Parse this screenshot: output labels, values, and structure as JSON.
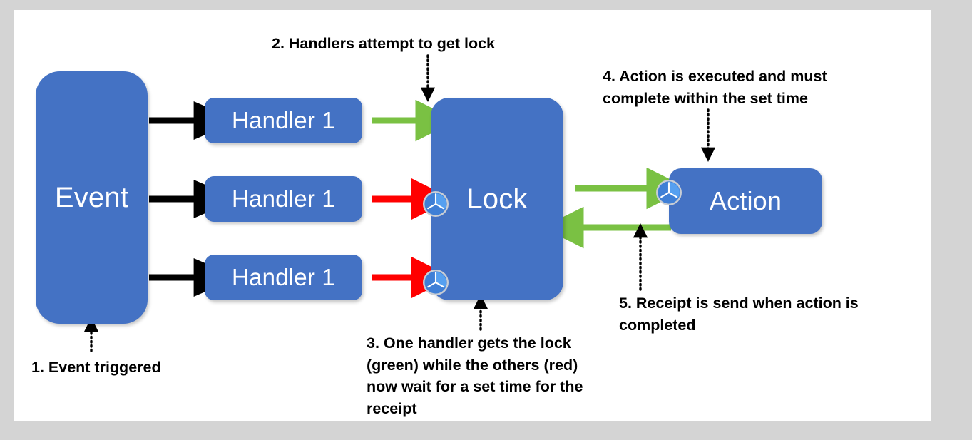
{
  "diagram": {
    "title": "Event handler lock / action sequence diagram",
    "colors": {
      "node_blue": "#4472c4",
      "arrow_black": "#000000",
      "arrow_green": "#7ac143",
      "arrow_red": "#ff0000",
      "frame_gray": "#d4d4d4",
      "canvas_white": "#ffffff",
      "text_black": "#000000",
      "node_text": "#ffffff"
    },
    "nodes": {
      "event": {
        "label": "Event"
      },
      "handler_1": {
        "label": "Handler 1"
      },
      "handler_2": {
        "label": "Handler 1"
      },
      "handler_3": {
        "label": "Handler 1"
      },
      "lock": {
        "label": "Lock"
      },
      "action": {
        "label": "Action"
      }
    },
    "icons": {
      "clock_lock_mid": "clock-icon",
      "clock_lock_low": "clock-icon",
      "clock_action": "clock-icon"
    },
    "captions": {
      "step_1": "1. Event triggered",
      "step_2": "2. Handlers attempt to get lock",
      "step_3": "3. One handler gets the lock (green) while the others (red) now wait for a set time for the receipt",
      "step_4": "4. Action is executed and must complete within the set time",
      "step_5": "5. Receipt is send when action is completed"
    },
    "connectors": [
      {
        "name": "event-to-handler-1",
        "style": "solid",
        "color": "#000000"
      },
      {
        "name": "event-to-handler-2",
        "style": "solid",
        "color": "#000000"
      },
      {
        "name": "event-to-handler-3",
        "style": "solid",
        "color": "#000000"
      },
      {
        "name": "handler-1-to-lock",
        "style": "solid",
        "color": "#7ac143"
      },
      {
        "name": "handler-2-to-lock",
        "style": "solid",
        "color": "#ff0000"
      },
      {
        "name": "handler-3-to-lock",
        "style": "solid",
        "color": "#ff0000"
      },
      {
        "name": "lock-to-action",
        "style": "solid",
        "color": "#7ac143"
      },
      {
        "name": "action-to-lock-receipt",
        "style": "solid",
        "color": "#7ac143"
      },
      {
        "name": "caption-1-pointer",
        "style": "dotted",
        "color": "#000000"
      },
      {
        "name": "caption-2-pointer",
        "style": "dotted",
        "color": "#000000"
      },
      {
        "name": "caption-3-pointer",
        "style": "dotted",
        "color": "#000000"
      },
      {
        "name": "caption-4-pointer",
        "style": "dotted",
        "color": "#000000"
      },
      {
        "name": "caption-5-pointer",
        "style": "dotted",
        "color": "#000000"
      }
    ]
  }
}
